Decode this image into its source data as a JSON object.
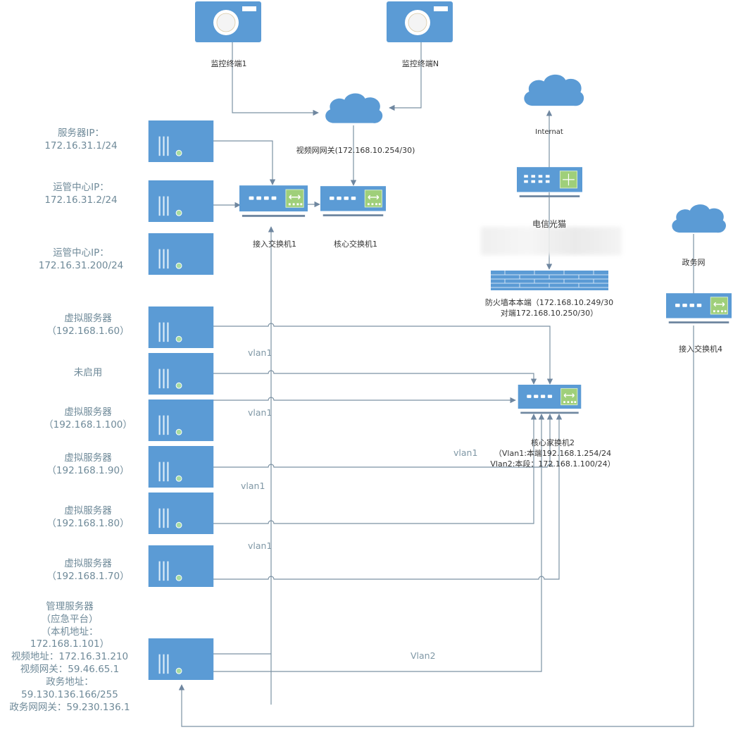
{
  "colors": {
    "device_blue": "#5b9bd5",
    "line": "#7c92a3",
    "switch_green": "#9fcf7a",
    "led_green": "#a8dca0",
    "left_text": "#6f8a99",
    "dark_text": "#333333"
  },
  "cameras": [
    {
      "id": "cam1",
      "label": "监控终端1"
    },
    {
      "id": "camN",
      "label": "监控终端N"
    }
  ],
  "clouds": {
    "video": {
      "label": "视频网网关(172.168.10.254/30)"
    },
    "internet": {
      "label": "Internat"
    },
    "gov": {
      "label": "政务网"
    }
  },
  "switches": {
    "access1": {
      "label": "接入交换机1"
    },
    "core1": {
      "label": "核心交换机1"
    },
    "modem": {
      "label": "电信光猫"
    },
    "access4": {
      "label": "接入交换机4"
    },
    "core2": {
      "label": "核心家换机2",
      "line1": "（Vlan1:本端192.168.1.254/24",
      "line2": "Vlan2:本段：172.168.1.100/24）"
    }
  },
  "firewall": {
    "line1": "防火墙本本端（172.168.10.249/30",
    "line2": "对端172.168.10.250/30）"
  },
  "servers": [
    {
      "lines": [
        "服务器IP：",
        "172.16.31.1/24"
      ]
    },
    {
      "lines": [
        "运管中心IP：",
        "172.16.31.2/24"
      ]
    },
    {
      "lines": [
        "运管中心IP：",
        "172.16.31.200/24"
      ]
    },
    {
      "lines": [
        "虚拟服务器",
        "（192.168.1.60）"
      ]
    },
    {
      "lines": [
        "未启用"
      ]
    },
    {
      "lines": [
        "虚拟服务器",
        "（192.168.1.100）"
      ]
    },
    {
      "lines": [
        "虚拟服务器",
        "（192.168.1.90）"
      ]
    },
    {
      "lines": [
        "虚拟服务器",
        "（192.168.1.80）"
      ]
    },
    {
      "lines": [
        "虚拟服务器",
        "（192.168.1.70）"
      ]
    },
    {
      "lines": [
        "管理服务器",
        "（应急平台）",
        "（本机地址：",
        "172.168.1.101）",
        "视频地址：172.16.31.210",
        "视频网关：59.46.65.1",
        "政务地址：",
        "59.130.136.166/255",
        "政务网网关：59.230.136.1"
      ]
    }
  ],
  "vlan_labels": [
    "vlan1",
    "vlan1",
    "vlan1",
    "vlan1",
    "vlan1",
    "Vlan2"
  ]
}
